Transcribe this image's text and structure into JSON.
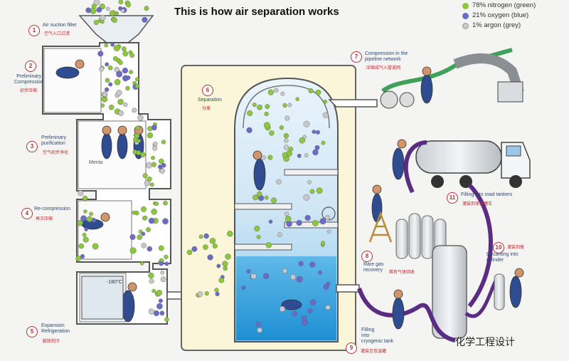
{
  "title": "This is how air separation works",
  "legend": [
    {
      "label": "78% nitrogen (green)",
      "color": "#8dc63f"
    },
    {
      "label": "21% oxygen (blue)",
      "color": "#6b6bc8"
    },
    {
      "label": "1% argon (grey)",
      "color": "#c8c8c8"
    }
  ],
  "steps": [
    {
      "num": "1",
      "en": "Air suction filter",
      "cn": "空气入口过滤"
    },
    {
      "num": "2",
      "en": "Preliminary\nCompression",
      "cn": "初步压缩"
    },
    {
      "num": "3",
      "en": "Preliminary\npurification",
      "cn": "空气初步净化"
    },
    {
      "num": "4",
      "en": "Re-compression",
      "cn": "再次压缩"
    },
    {
      "num": "5",
      "en": "Expansion\nRefrigeration",
      "cn": "膨胀制冷"
    },
    {
      "num": "6",
      "en": "Separation",
      "cn": "分离"
    },
    {
      "num": "7",
      "en": "Compression in the\npipeline network",
      "cn": "压缩成气入管道网"
    },
    {
      "num": "8",
      "en": "Rare gas\nrecovery",
      "cn": "稀有气体回收"
    },
    {
      "num": "9",
      "en": "Filling\ninto\ncryogenic tank",
      "cn": "灌装至低温罐"
    },
    {
      "num": "10",
      "en": "Decanting into\ncylinder",
      "cn": "灌装到瓶"
    },
    {
      "num": "11",
      "en": "Filling into road tankers",
      "cn": "灌装到液体槽车"
    }
  ],
  "labels": {
    "bottle_label": "Menta",
    "thermometer": "-180°C"
  },
  "watermark": "化学工程设计",
  "colors": {
    "nitrogen": "#8dc63f",
    "oxygen": "#6b6bc8",
    "argon": "#c8c8c8",
    "column_liquid": "#3aa7df",
    "pipe": "#5a2d82"
  }
}
